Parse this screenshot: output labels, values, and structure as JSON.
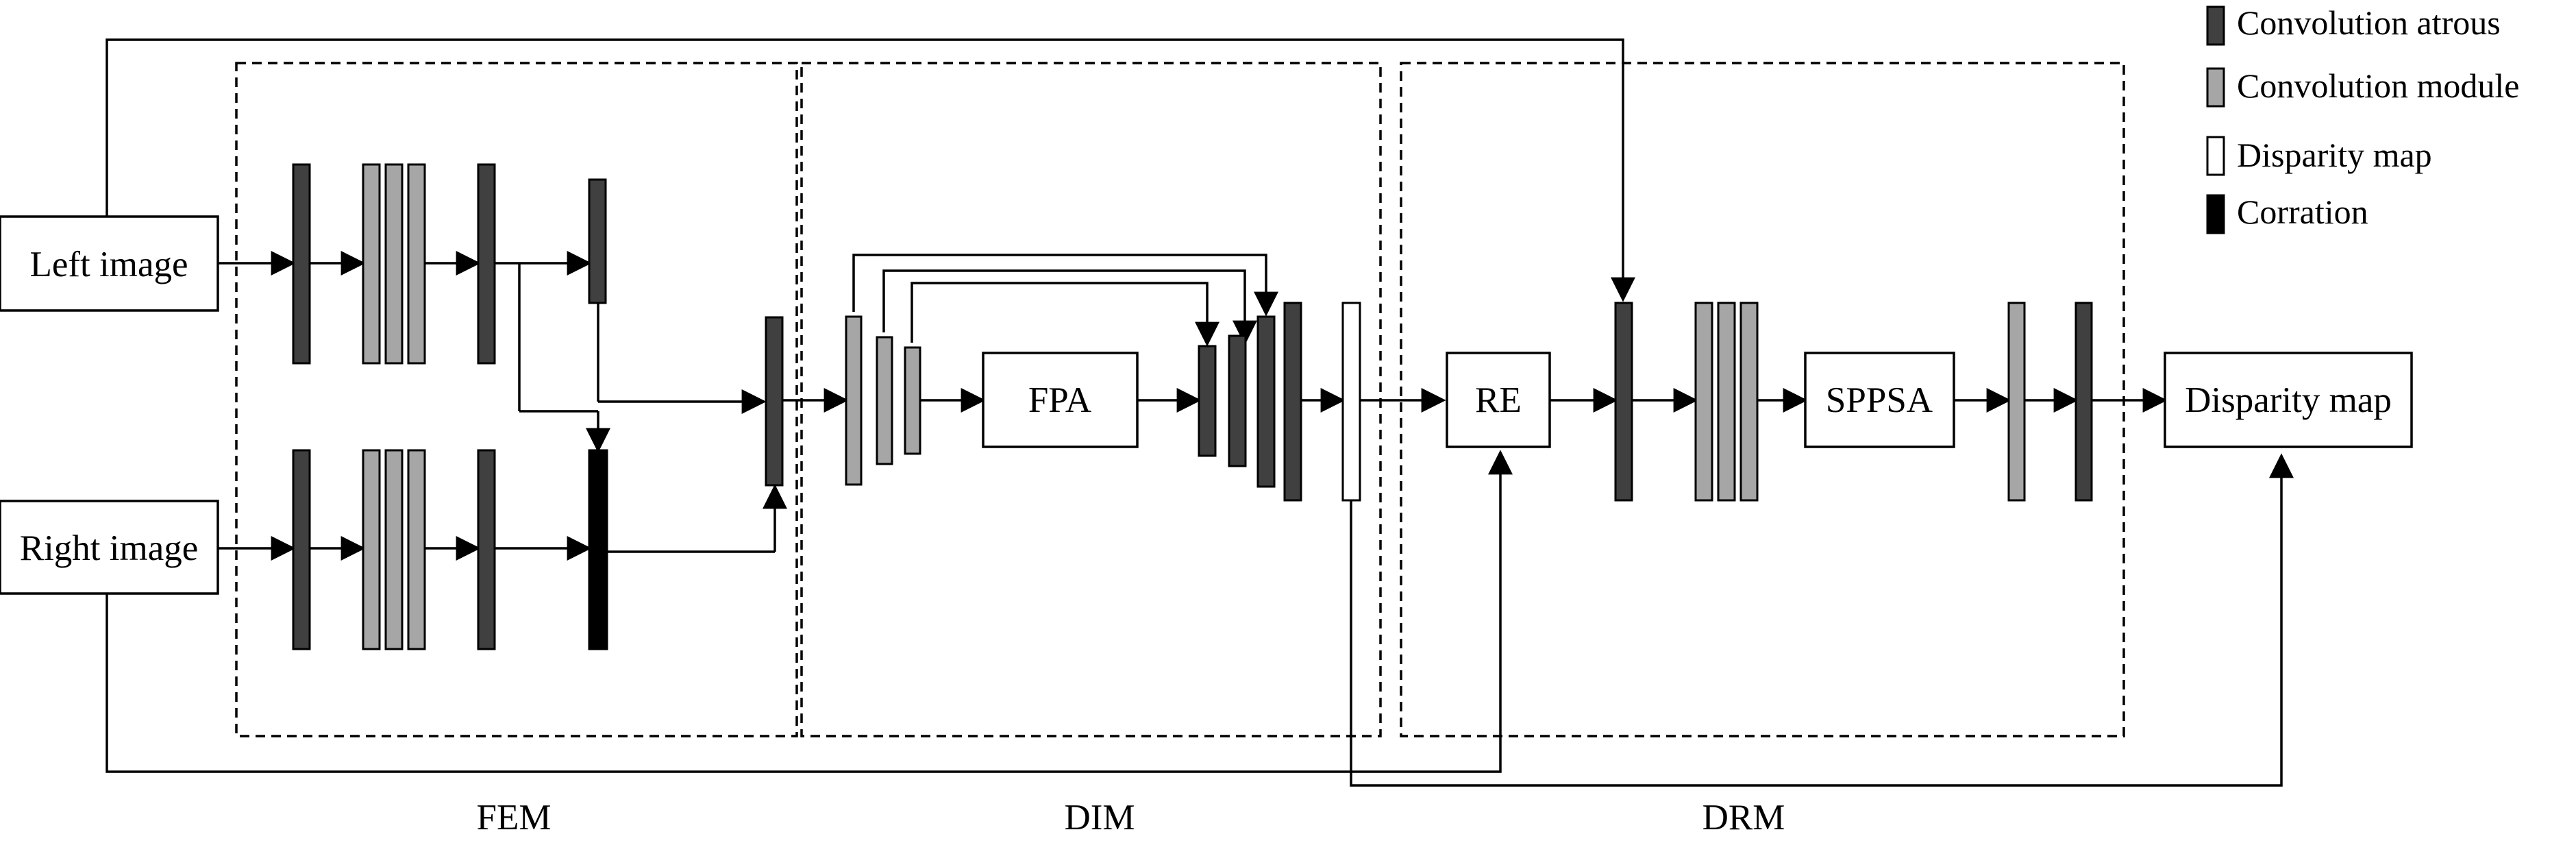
{
  "inputs": {
    "left_image": "Left image",
    "right_image": "Right image"
  },
  "modules": {
    "fpa": "FPA",
    "re": "RE",
    "sppsa": "SPPSA",
    "output": "Disparity map"
  },
  "sections": {
    "fem": "FEM",
    "dim": "DIM",
    "drm": "DRM"
  },
  "legend": [
    {
      "label": "Convolution atrous",
      "color": "#404040"
    },
    {
      "label": "Convolution module",
      "color": "#a6a6a6"
    },
    {
      "label": "Disparity map",
      "color": "#ffffff"
    },
    {
      "label": "Corration",
      "color": "#000000"
    }
  ]
}
